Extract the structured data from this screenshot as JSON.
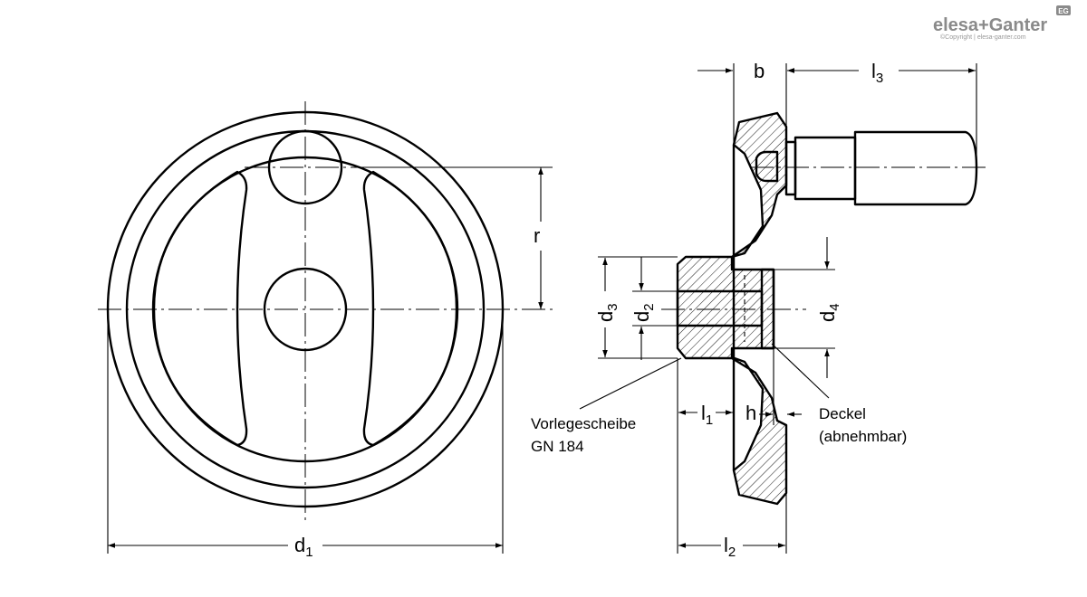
{
  "brand": {
    "name": "elesa+Ganter",
    "badge": "EG",
    "copyright": "©Copyright | elesa-ganter.com"
  },
  "dimensions": {
    "d1": {
      "base": "d",
      "sub": "1"
    },
    "d2": {
      "base": "d",
      "sub": "2"
    },
    "d3": {
      "base": "d",
      "sub": "3"
    },
    "d4": {
      "base": "d",
      "sub": "4"
    },
    "l1": {
      "base": "l",
      "sub": "1"
    },
    "l2": {
      "base": "l",
      "sub": "2"
    },
    "l3": {
      "base": "l",
      "sub": "3"
    },
    "b": "b",
    "h": "h",
    "r": "r"
  },
  "annotations": {
    "washer_line1": "Vorlegescheibe",
    "washer_line2": "GN 184",
    "cover_line1": "Deckel",
    "cover_line2": "(abnehmbar)"
  }
}
